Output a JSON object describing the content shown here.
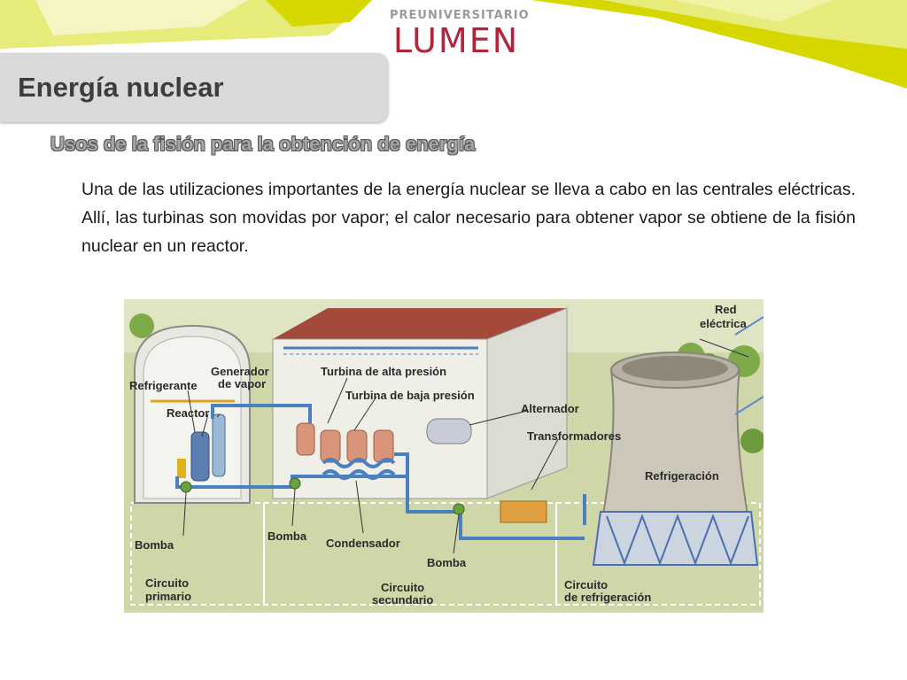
{
  "header": {
    "logo_small": "PREUNIVERSITARIO",
    "logo_main": "LUMEN"
  },
  "slide": {
    "title": "Energía nuclear",
    "subtitle": "Usos de la fisión para la obtención de energía",
    "paragraph": "Una de las utilizaciones importantes de la energía nuclear se lleva a cabo en las centrales eléctricas. Allí, las turbinas son movidas por vapor; el calor necesario para obtener vapor se obtiene de la fisión nuclear  en un reactor."
  },
  "diagram": {
    "labels": {
      "red_line1": "Red",
      "red_line2": "eléctrica",
      "generador_line1": "Generador",
      "generador_line2": "de vapor",
      "refrigerante": "Refrigerante",
      "reactor": "Reactor",
      "turbina_alta": "Turbina de alta presión",
      "turbina_baja": "Turbina de baja presión",
      "alternador": "Alternador",
      "transformadores": "Transformadores",
      "refrigeracion": "Refrigeración",
      "bomba_1": "Bomba",
      "bomba_2": "Bomba",
      "bomba_3": "Bomba",
      "condensador": "Condensador",
      "circuito_primario_line1": "Circuito",
      "circuito_primario_line2": "primario",
      "circuito_secundario_line1": "Circuito",
      "circuito_secundario_line2": "secundario",
      "circuito_refrigeracion_line1": "Circuito",
      "circuito_refrigeracion_line2": "de refrigeración"
    }
  },
  "colors": {
    "accent_yellow": "#d7d700",
    "logo_red": "#b2243a",
    "title_box": "#d9d9d9"
  }
}
